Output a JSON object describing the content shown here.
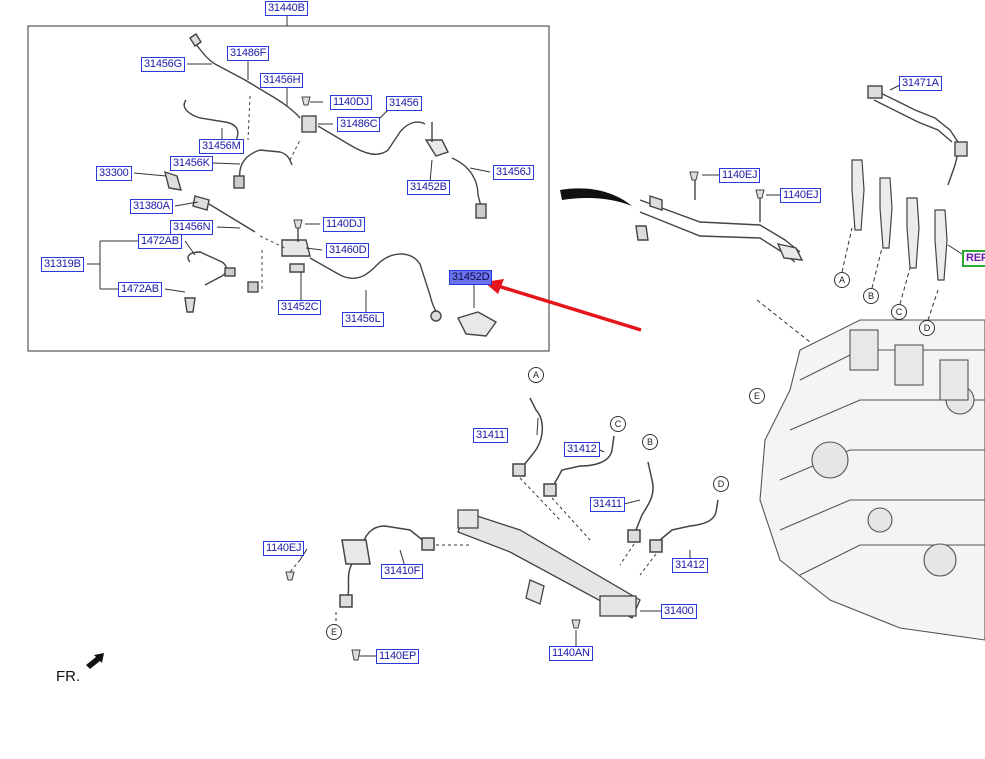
{
  "diagram": {
    "top_label": "31440B",
    "front_mark": "FR.",
    "ref_label": "REF",
    "inset_labels": {
      "l31486f": "31486F",
      "l31456g": "31456G",
      "l31456h": "31456H",
      "l1140dj_a": "1140DJ",
      "l31456": "31456",
      "l31486c": "31486C",
      "l31456m": "31456M",
      "l33300": "33300",
      "l31456k": "31456K",
      "l31452b": "31452B",
      "l31456j": "31456J",
      "l31380a": "31380A",
      "l31456n": "31456N",
      "l1140dj_b": "1140DJ",
      "l1472ab_a": "1472AB",
      "l31460d": "31460D",
      "l31319b": "31319B",
      "l1472ab_b": "1472AB",
      "l31452d": "31452D",
      "l31452c": "31452C",
      "l31456l": "31456L"
    },
    "main_labels": {
      "l31471a": "31471A",
      "l1140ej_a": "1140EJ",
      "l1140ej_b": "1140EJ",
      "l31411_a": "31411",
      "l31412_a": "31412",
      "l31411_b": "31411",
      "l31412_b": "31412",
      "l1140ej_c": "1140EJ",
      "l31410f": "31410F",
      "l31400": "31400",
      "l1140an": "1140AN",
      "l1140ep": "1140EP"
    },
    "circle_markers": {
      "a1": "A",
      "b1": "B",
      "c1": "C",
      "d1": "D",
      "e1": "E",
      "a2": "A",
      "c2": "C",
      "b2": "B",
      "d2": "D",
      "e2": "E"
    },
    "colors": {
      "callout_border": "#2a3ad8",
      "highlight": "#6a72f0",
      "pointer_arrow": "#e8141c"
    }
  }
}
